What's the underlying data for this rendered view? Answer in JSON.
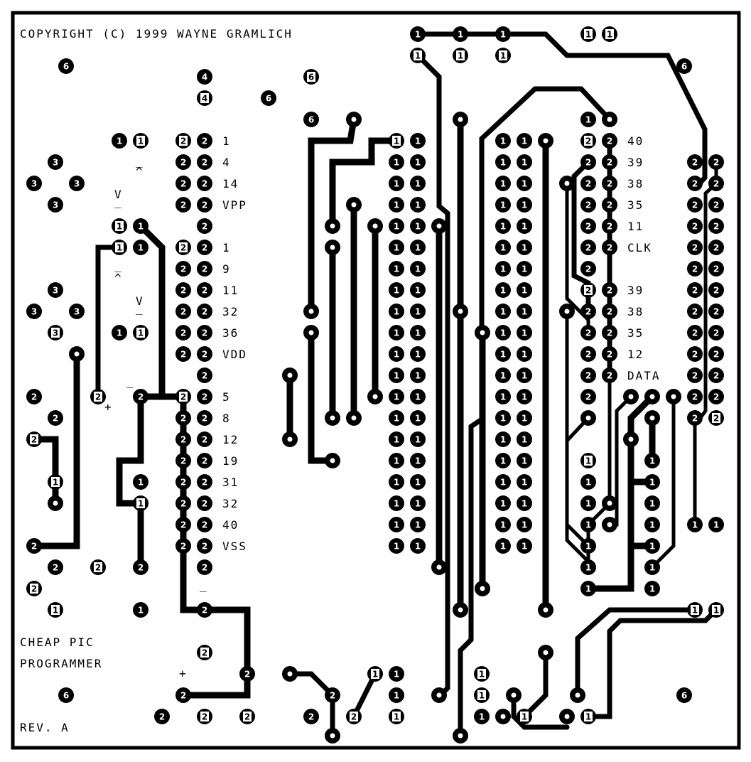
{
  "header": {
    "copyright": "COPYRIGHT (C) 1999 WAYNE GRAMLICH"
  },
  "footer": {
    "title_line1": "CHEAP PIC",
    "title_line2": "PROGRAMMER",
    "revision": "REV. A"
  },
  "left_socket_labels": [
    "1",
    "4",
    "14",
    "VPP",
    "1",
    "9",
    "11",
    "32",
    "36",
    "VDD",
    "5",
    "8",
    "12",
    "19",
    "31",
    "32",
    "40",
    "VSS"
  ],
  "right_socket_labels": [
    "40",
    "39",
    "38",
    "35",
    "11",
    "CLK",
    "39",
    "38",
    "35",
    "12",
    "DATA"
  ],
  "symbols": {
    "minus": "_",
    "caret": "^",
    "vee": "V",
    "plus": "+"
  },
  "colors": {
    "copper": "#000000",
    "board": "#ffffff"
  }
}
